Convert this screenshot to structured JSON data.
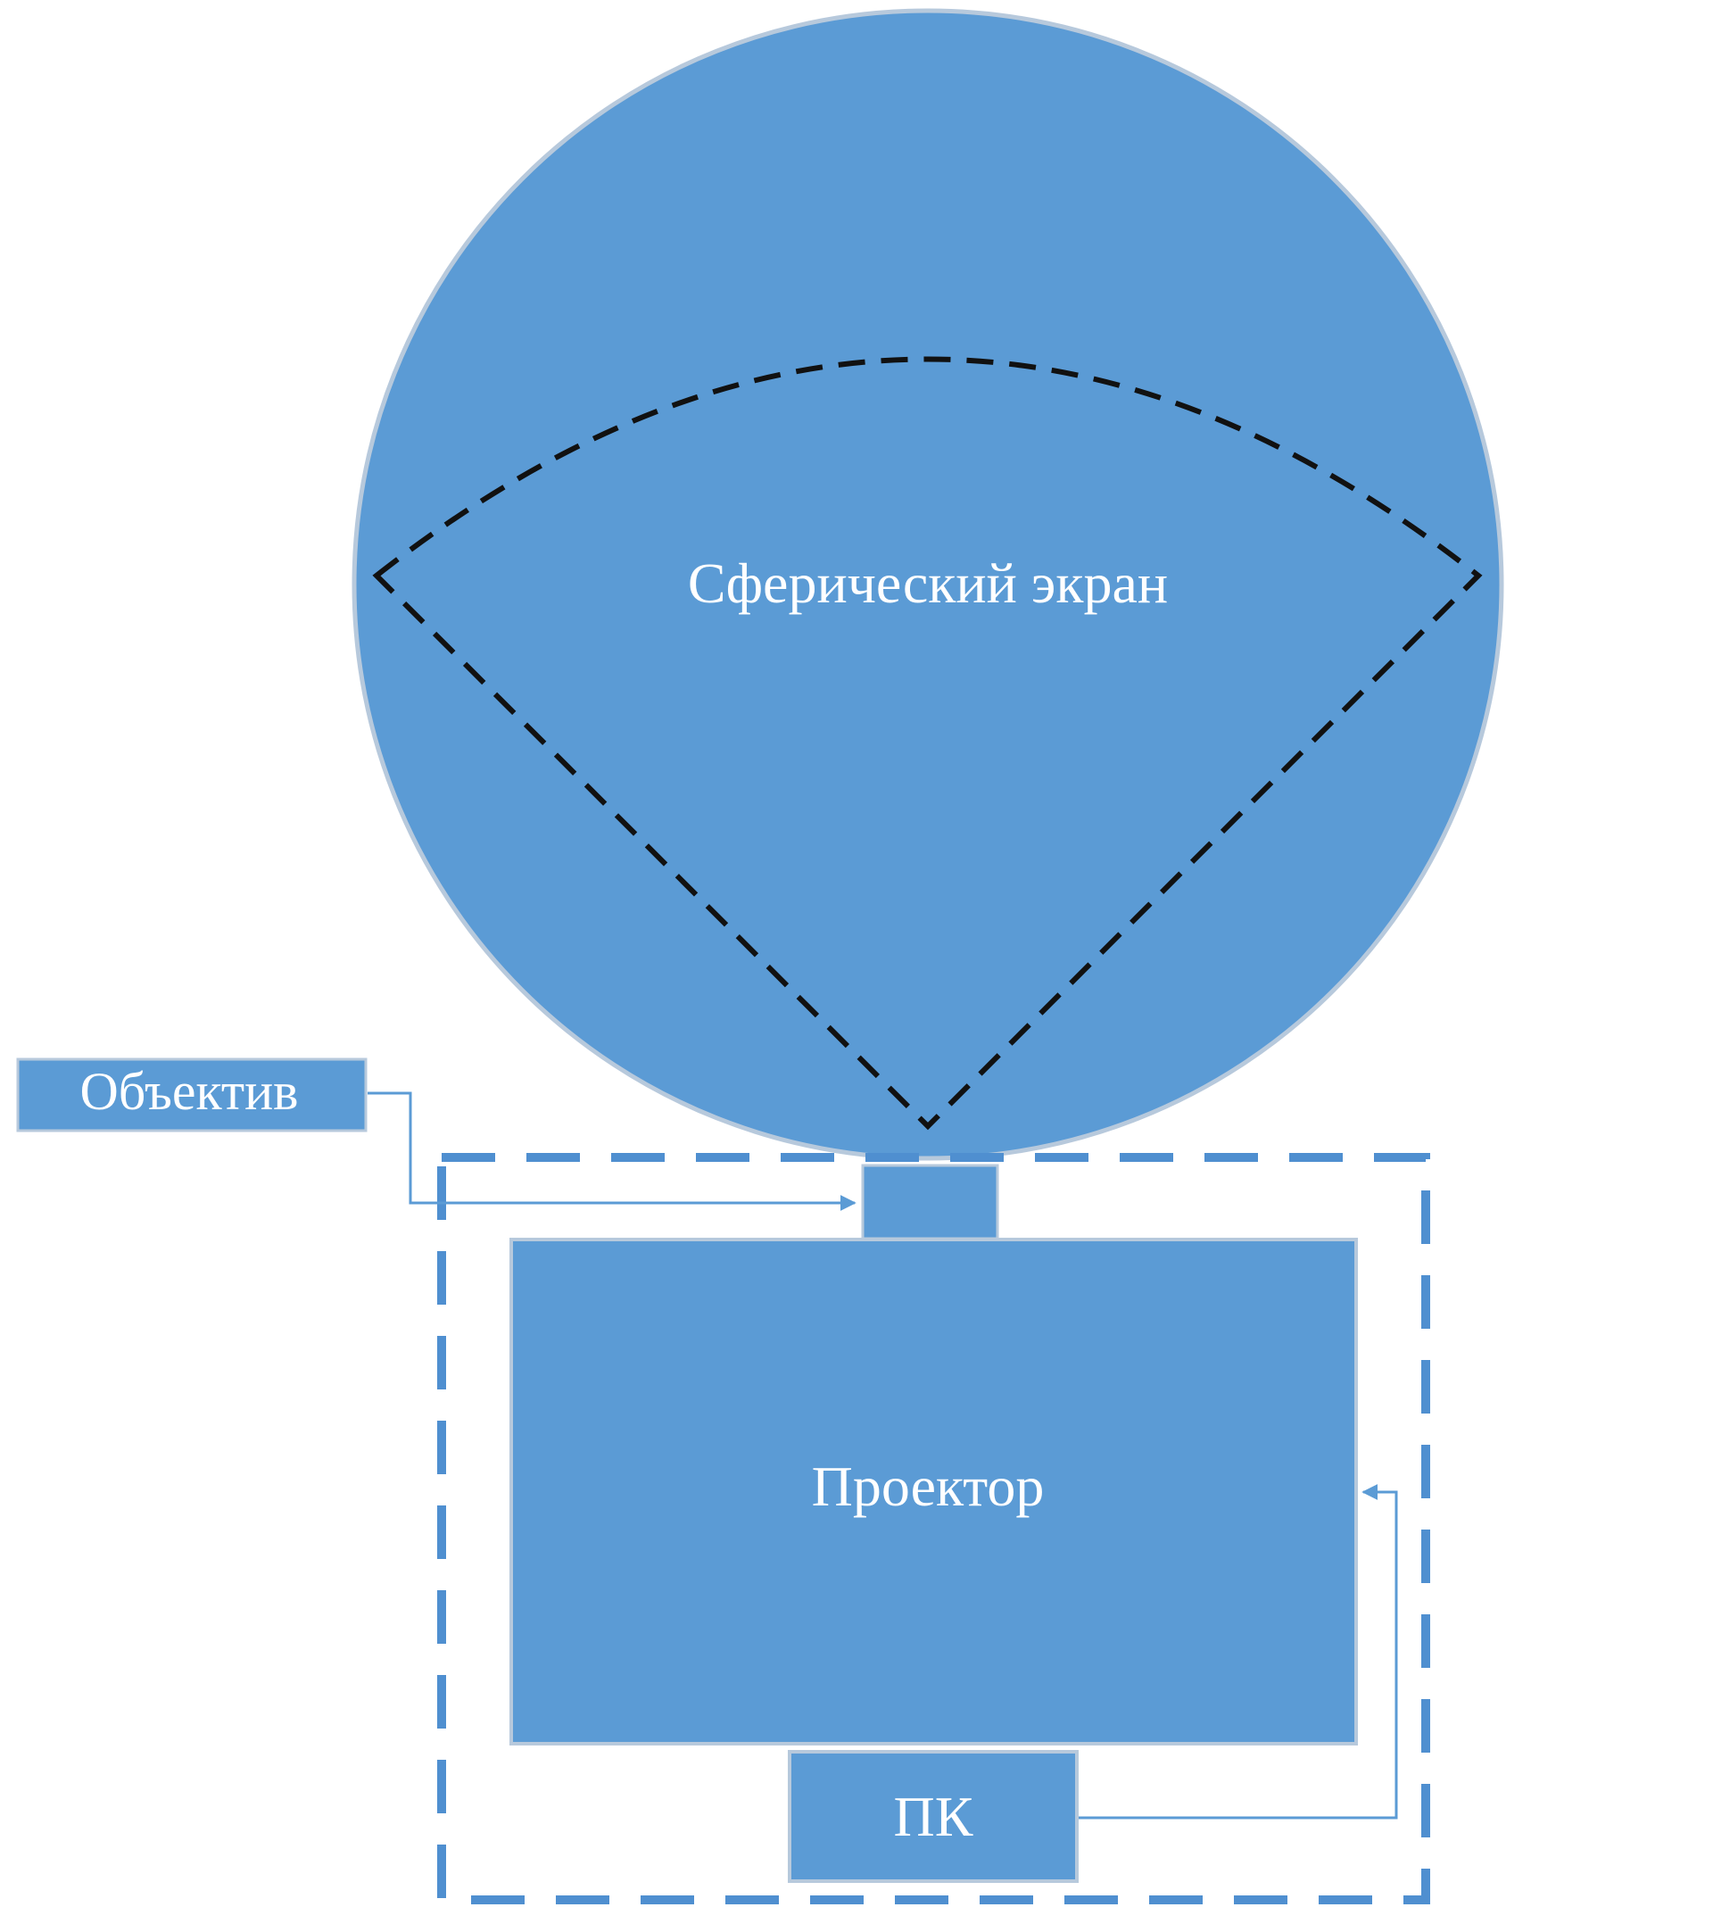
{
  "diagram": {
    "screen_label": "Сферический экран",
    "lens_label": "Объектив",
    "projector_label": "Проектор",
    "pc_label": "ПК"
  },
  "colors": {
    "shape_fill": "#5b9bd5",
    "shape_edge": "#b7c9dc",
    "dashed_frame": "#4f8fd0",
    "dashed_sector": "#111111",
    "connector": "#5b9bd5",
    "label_text": "#ffffff",
    "background": "#ffffff"
  }
}
